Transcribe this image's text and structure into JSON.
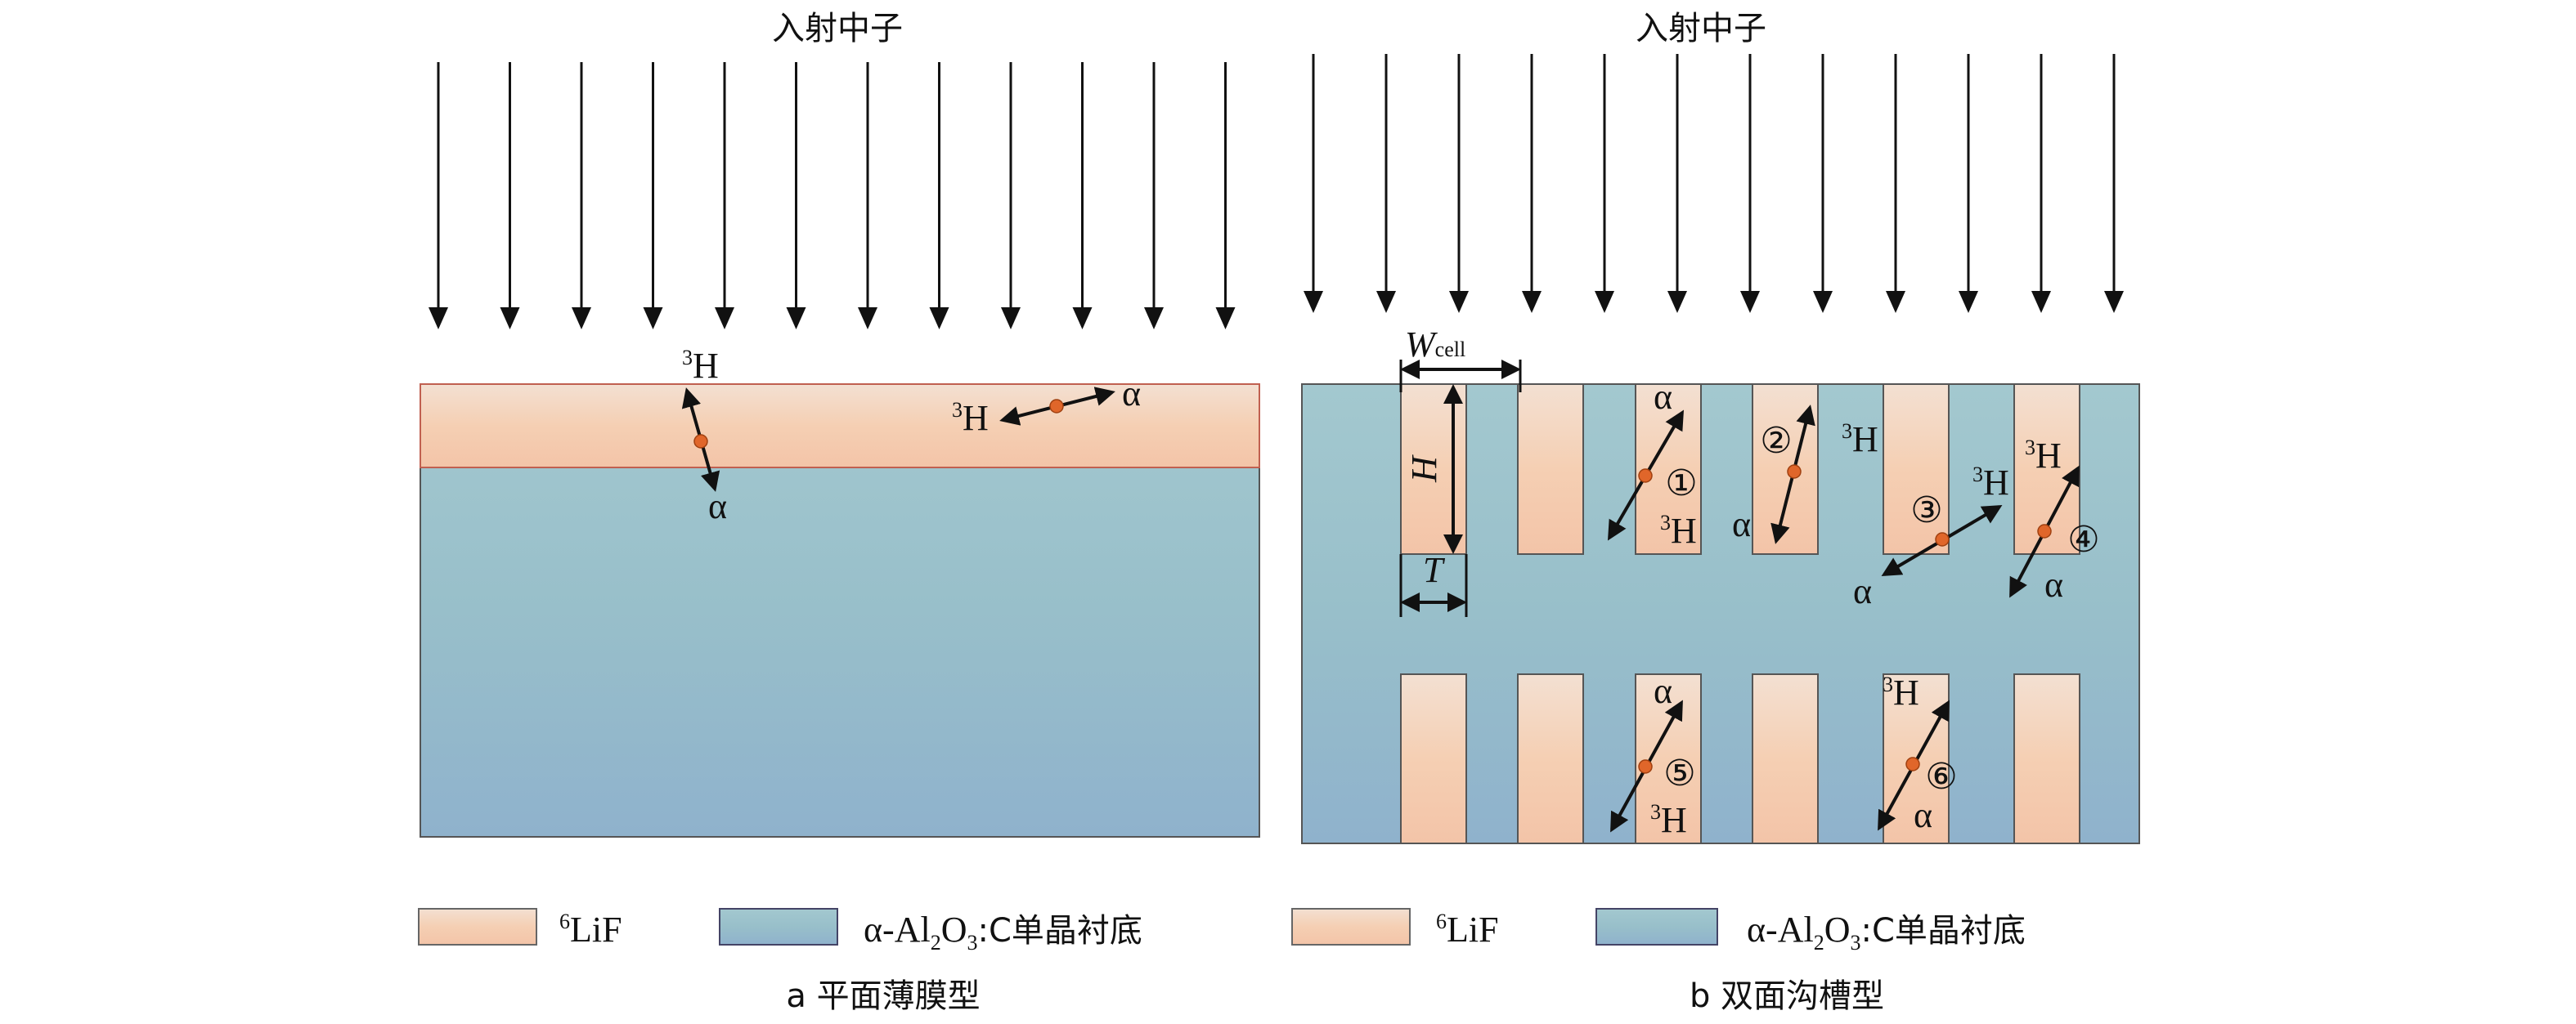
{
  "titles": {
    "left": "入射中子",
    "right": "入射中子"
  },
  "labels": {
    "tritium_base": "H",
    "tritium_mass": "3",
    "alpha": "α",
    "w_main": "W",
    "w_sub": "cell",
    "h": "H",
    "t": "T",
    "events": [
      "①",
      "②",
      "③",
      "④",
      "⑤",
      "⑥"
    ]
  },
  "legend": {
    "lif_mass": "6",
    "lif": "LiF",
    "substrate_a": "α-Al",
    "substrate_sub1": "2",
    "substrate_o": "O",
    "substrate_sub2": "3",
    "substrate_rest": ":C单晶衬底"
  },
  "captions": {
    "a": "a  平面薄膜型",
    "b": "b  双面沟槽型"
  },
  "colors": {
    "lif": "#f5cfb0",
    "substrate": "#9cc4cc",
    "dot": "#e0662a"
  }
}
